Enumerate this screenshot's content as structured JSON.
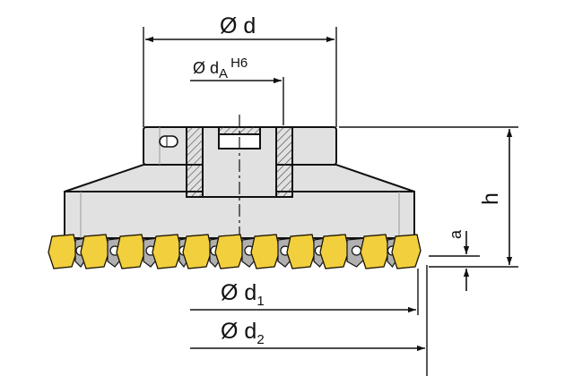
{
  "drawing": {
    "colors": {
      "body_fill": "#e1e1e1",
      "insert_fill": "#f2cf3c",
      "insert_stroke": "#caa014",
      "insert_dark": "#b0b0b0",
      "line": "#111111"
    },
    "labels": {
      "d": {
        "sym": "Ø",
        "main": "d",
        "sub": ""
      },
      "dA": {
        "sym": "Ø",
        "main": "d",
        "sub": "A",
        "tol": "H6"
      },
      "d1": {
        "sym": "Ø",
        "main": "d",
        "sub": "1"
      },
      "d2": {
        "sym": "Ø",
        "main": "d",
        "sub": "2"
      },
      "h": "h",
      "a": "a"
    },
    "icons": {
      "tool": "face-mill-cutter-icon",
      "insert": "cutting-insert-icon",
      "keyway": "keyway-slot-icon"
    }
  }
}
